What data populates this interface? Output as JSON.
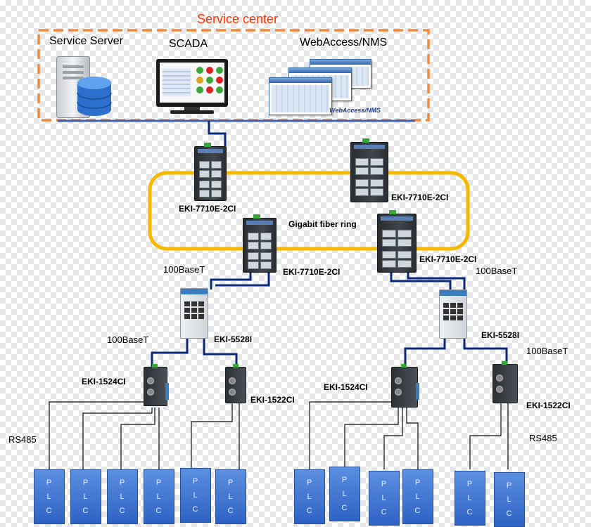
{
  "service_center": {
    "title": "Service center",
    "service_server": "Service Server",
    "scada": "SCADA",
    "webaccess": "WebAccess/NMS",
    "webaccess_logo": "WebAccess/NMS"
  },
  "ring": {
    "label": "Gigabit fiber ring",
    "switch_top_left": "EKI-7710E-2CI",
    "switch_top_right": "EKI-7710E-2CI",
    "switch_bottom_left": "EKI-7710E-2CI",
    "switch_bottom_right": "EKI-7710E-2CI"
  },
  "left_branch": {
    "uplink_label": "100BaseT",
    "switch": "EKI-5528I",
    "downlink_label": "100BaseT",
    "server_a": "EKI-1524CI",
    "server_b": "EKI-1522CI",
    "bus_label": "RS485"
  },
  "right_branch": {
    "uplink_label": "100BaseT",
    "switch": "EKI-5528I",
    "downlink_label": "100BaseT",
    "server_a": "EKI-1524CI",
    "server_b": "EKI-1522CI",
    "bus_label": "RS485"
  },
  "plc": {
    "letters": [
      "P",
      "L",
      "C"
    ]
  },
  "colors": {
    "title": "#ff3300",
    "dashed_box": "#f08a3c",
    "ring": "#f5b800",
    "cable": "#0b2a7a",
    "bus": "#1d3d8f",
    "plc": "#3e74d6"
  }
}
